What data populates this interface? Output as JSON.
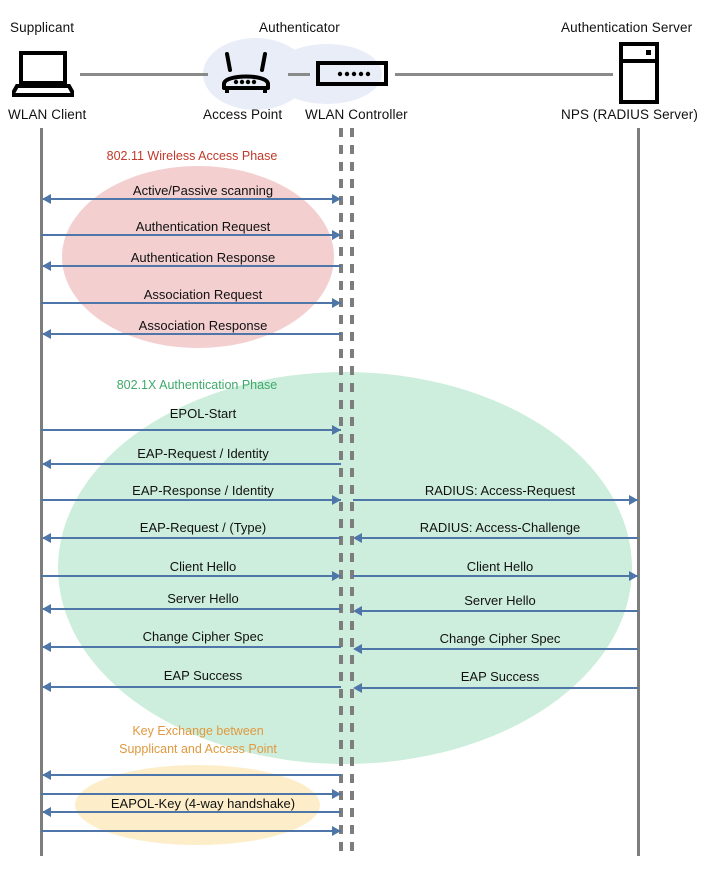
{
  "diagram": {
    "title": "802.1X WLAN Authentication Sequence",
    "colors": {
      "arrow": "#4f76a8",
      "lifeline": "#7d7d7d",
      "phase_wireless_text": "#c0392b",
      "phase_wireless_fill": "#f3cfd0",
      "phase_dot1x_text": "#3fa96b",
      "phase_dot1x_fill": "#cdeedc",
      "phase_key_text": "#e0993f",
      "phase_key_fill": "#fdeec9",
      "authenticator_blob": "#e8edf7",
      "device_link": "#8a8a8a"
    }
  },
  "actors": [
    {
      "role": "Supplicant",
      "device": "WLAN Client",
      "icon": "laptop-icon"
    },
    {
      "role": "Authenticator",
      "device": "Access Point",
      "icon": "access-point-icon"
    },
    {
      "role": "",
      "device": "WLAN Controller",
      "icon": "wlan-controller-icon"
    },
    {
      "role": "Authentication Server",
      "device": "NPS (RADIUS Server)",
      "icon": "server-rack-icon"
    }
  ],
  "phases": [
    {
      "id": "wireless-access",
      "label": "802.11 Wireless Access Phase",
      "label_lines": [
        "802.11 Wireless Access Phase"
      ],
      "messages": [
        {
          "label": "Active/Passive scanning",
          "direction": "left",
          "side": "left"
        },
        {
          "label": "Authentication Request",
          "direction": "right",
          "side": "left"
        },
        {
          "label": "Authentication Response",
          "direction": "left",
          "side": "left"
        },
        {
          "label": "Association Request",
          "direction": "right",
          "side": "left"
        },
        {
          "label": "Association Response",
          "direction": "left",
          "side": "left"
        }
      ]
    },
    {
      "id": "dot1x-authentication",
      "label": "802.1X Authentication Phase",
      "label_lines": [
        "802.1X Authentication Phase"
      ],
      "messages": [
        {
          "label": "EPOL-Start",
          "direction": "right",
          "side": "left"
        },
        {
          "label": "EAP-Request / Identity",
          "direction": "left",
          "side": "left"
        },
        {
          "label": "EAP-Response / Identity",
          "direction": "right",
          "side": "left"
        },
        {
          "label": "EAP-Request / (Type)",
          "direction": "left",
          "side": "left"
        },
        {
          "label": "Client Hello",
          "direction": "right",
          "side": "left"
        },
        {
          "label": "Server Hello",
          "direction": "left",
          "side": "left"
        },
        {
          "label": "Change Cipher Spec",
          "direction": "left",
          "side": "left"
        },
        {
          "label": "EAP Success",
          "direction": "left",
          "side": "left"
        },
        {
          "label": "RADIUS: Access-Request",
          "direction": "right",
          "side": "right"
        },
        {
          "label": "RADIUS: Access-Challenge",
          "direction": "left",
          "side": "right"
        },
        {
          "label": "Client Hello",
          "direction": "right",
          "side": "right"
        },
        {
          "label": "Server Hello",
          "direction": "left",
          "side": "right"
        },
        {
          "label": "Change Cipher Spec",
          "direction": "left",
          "side": "right"
        },
        {
          "label": "EAP Success",
          "direction": "left",
          "side": "right"
        }
      ]
    },
    {
      "id": "key-exchange",
      "label": "Key Exchange between Supplicant and Access Point",
      "label_lines": [
        "Key Exchange between",
        "Supplicant and Access Point"
      ],
      "messages": [
        {
          "label": "",
          "direction": "left",
          "side": "left"
        },
        {
          "label": "",
          "direction": "right",
          "side": "left"
        },
        {
          "label": "EAPOL-Key (4-way handshake)",
          "direction": "left",
          "side": "left"
        },
        {
          "label": "",
          "direction": "right",
          "side": "left"
        }
      ]
    }
  ],
  "labels": {
    "phase_wireless": "802.11 Wireless Access Phase",
    "phase_dot1x": "802.1X Authentication Phase",
    "phase_key_line1": "Key Exchange between",
    "phase_key_line2": "Supplicant and Access Point",
    "m_scanning": "Active/Passive scanning",
    "m_auth_req": "Authentication Request",
    "m_auth_resp": "Authentication Response",
    "m_assoc_req": "Association Request",
    "m_assoc_resp": "Association Response",
    "m_eapol_start": "EPOL-Start",
    "m_eap_req_id": "EAP-Request / Identity",
    "m_eap_resp_id": "EAP-Response / Identity",
    "m_eap_req_type": "EAP-Request / (Type)",
    "m_client_hello": "Client Hello",
    "m_server_hello": "Server Hello",
    "m_ccs": "Change Cipher Spec",
    "m_eap_success": "EAP Success",
    "m_radius_access_request": "RADIUS: Access-Request",
    "m_radius_access_challenge": "RADIUS: Access-Challenge",
    "m_client_hello_r": "Client Hello",
    "m_server_hello_r": "Server Hello",
    "m_ccs_r": "Change Cipher Spec",
    "m_eap_success_r": "EAP Success",
    "m_eapol_key": "EAPOL-Key (4-way handshake)",
    "actor1_role": "Supplicant",
    "actor1_device": "WLAN Client",
    "actor2_role": "Authenticator",
    "actor2_device": "Access Point",
    "actor3_device": "WLAN Controller",
    "actor4_role": "Authentication Server",
    "actor4_device": "NPS (RADIUS Server)"
  }
}
